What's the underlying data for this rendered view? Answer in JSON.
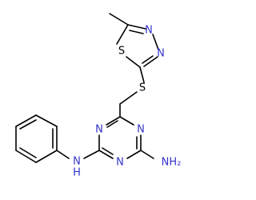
{
  "colors": {
    "background": "#ffffff",
    "carbon_bond": "#000000",
    "nitrogen": "#3333cc",
    "sulfur": "#000000"
  },
  "atoms": {
    "thiadiazole_n_upper": "N",
    "thiadiazole_n_lower": "N",
    "thiadiazole_s": "S",
    "thioether_s": "S",
    "triazine_n_left": "N",
    "triazine_n_right": "N",
    "triazine_n_bottom": "N",
    "amine_nh": "N",
    "amine_h": "H",
    "amine_nh2": "NH₂"
  }
}
